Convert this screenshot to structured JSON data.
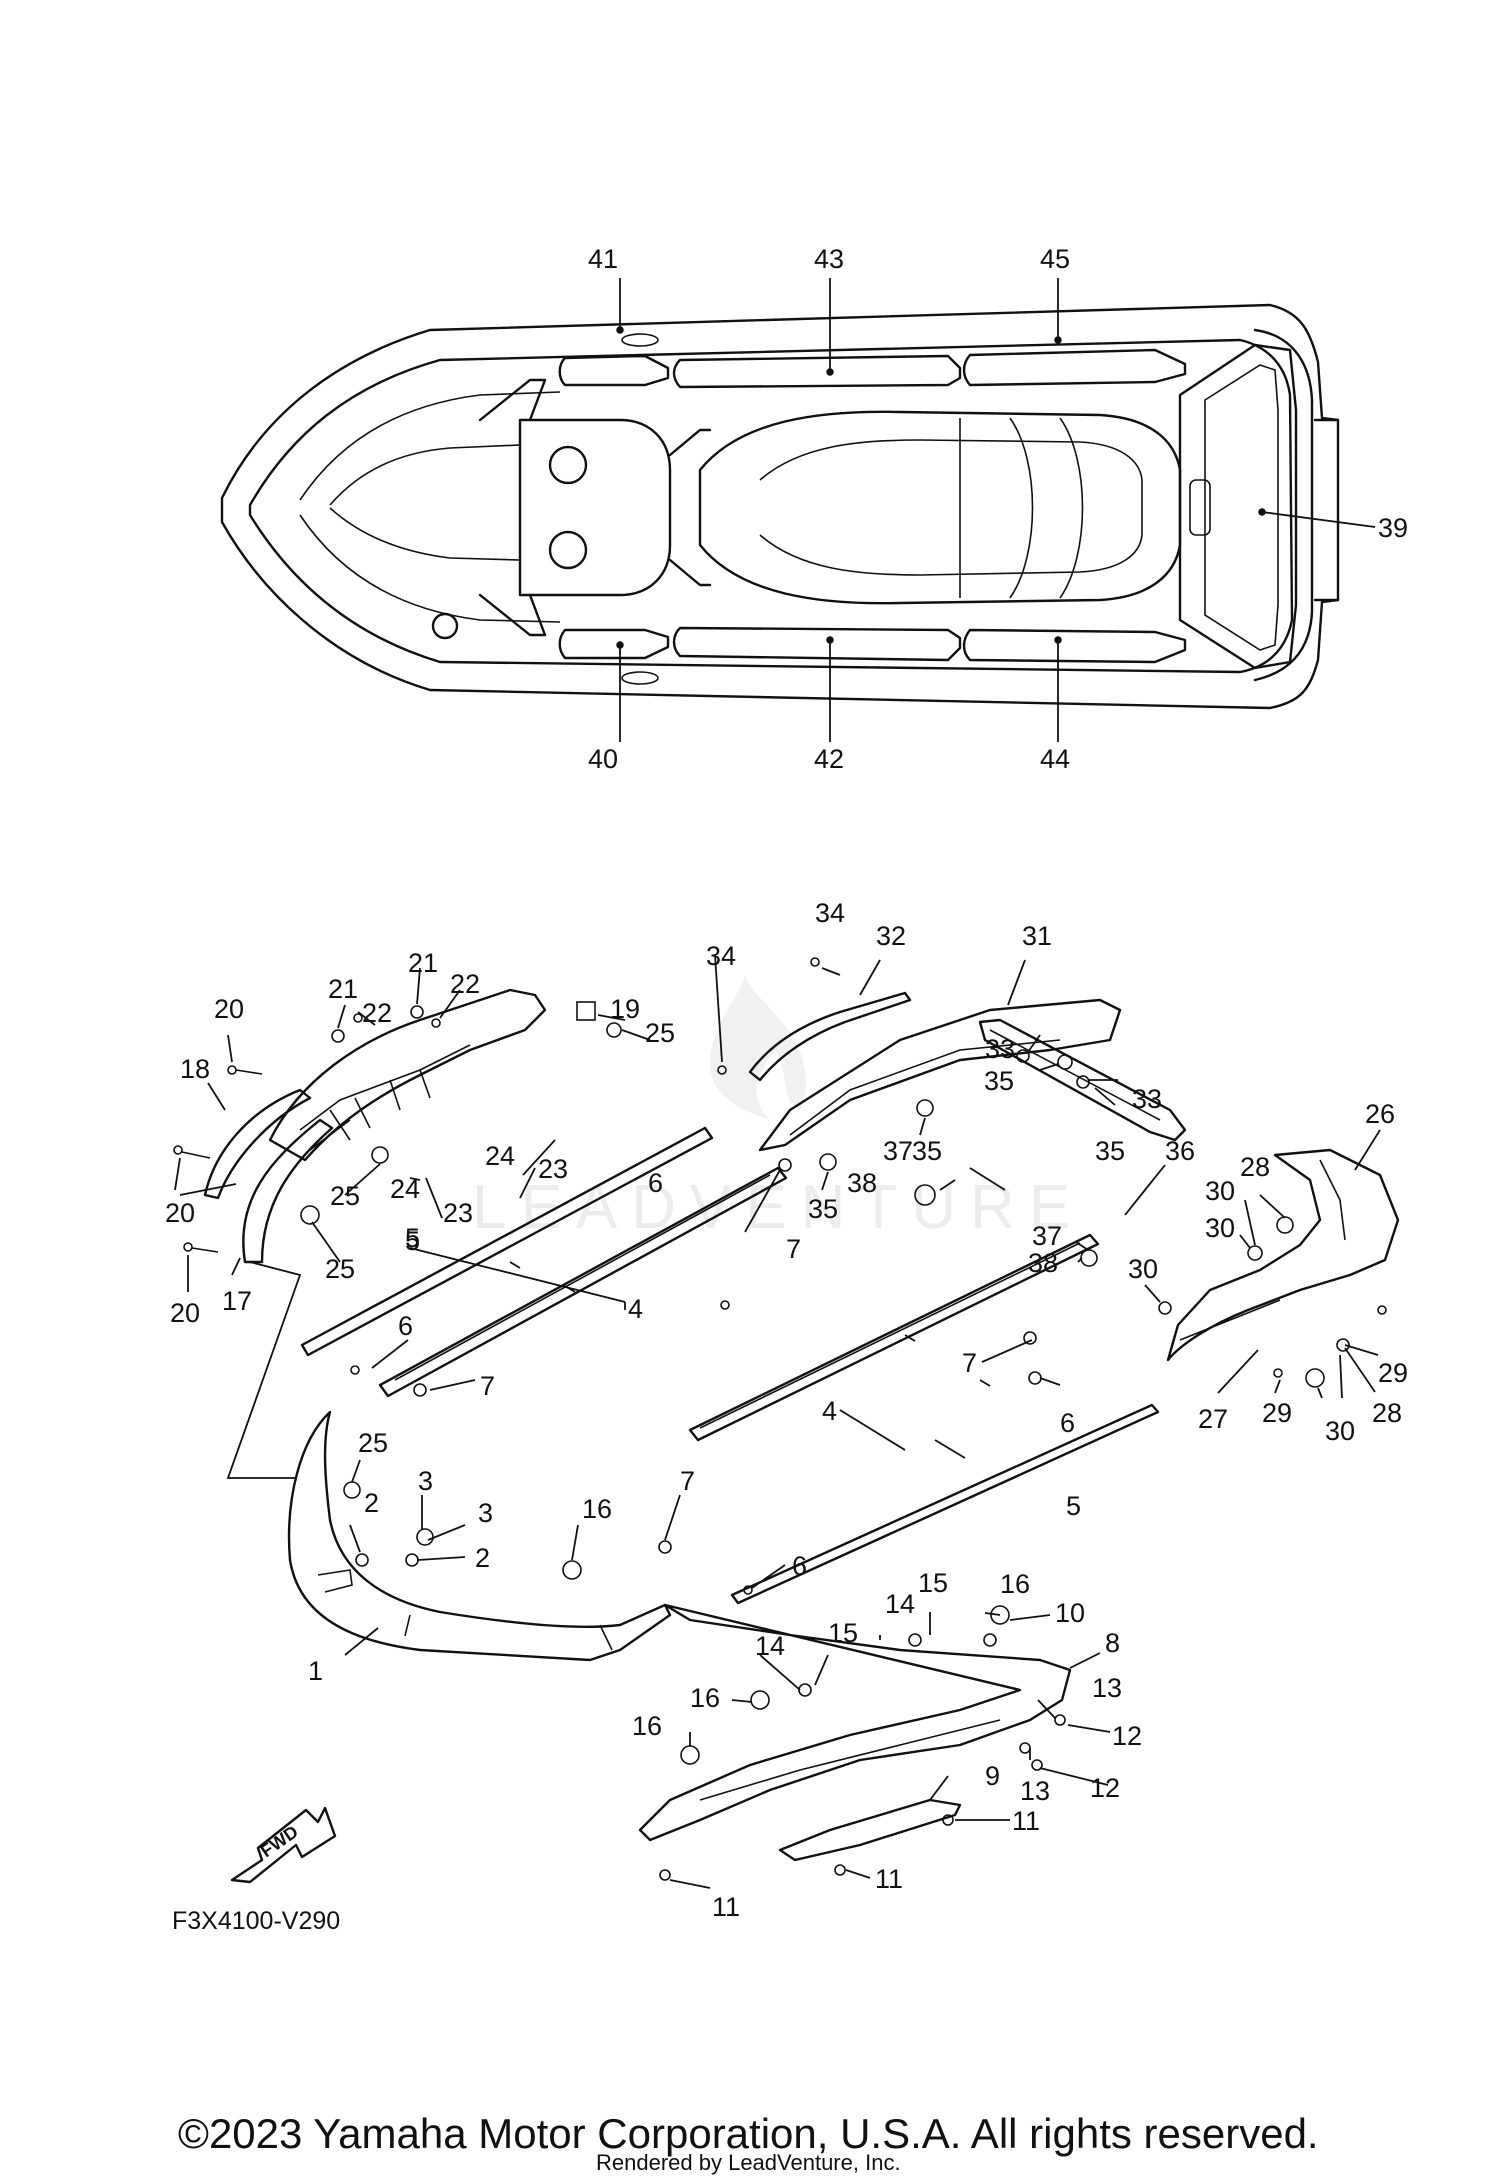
{
  "figure_code": "F3X4100-V290",
  "copyright": "©2023 Yamaha Motor Corporation, U.S.A. All rights reserved.",
  "rendered_by": "Rendered by LeadVenture, Inc.",
  "watermark": "LEADVENTURE",
  "fwd_label": "FWD",
  "top_view_labels": [
    "41",
    "43",
    "45",
    "39",
    "40",
    "42",
    "44"
  ],
  "exploded_labels": [
    "1",
    "2",
    "3",
    "4",
    "5",
    "6",
    "7",
    "8",
    "9",
    "10",
    "11",
    "12",
    "13",
    "14",
    "15",
    "16",
    "17",
    "18",
    "19",
    "20",
    "21",
    "22",
    "23",
    "24",
    "25",
    "26",
    "27",
    "28",
    "29",
    "30",
    "31",
    "32",
    "33",
    "34",
    "35",
    "36",
    "37",
    "38"
  ]
}
